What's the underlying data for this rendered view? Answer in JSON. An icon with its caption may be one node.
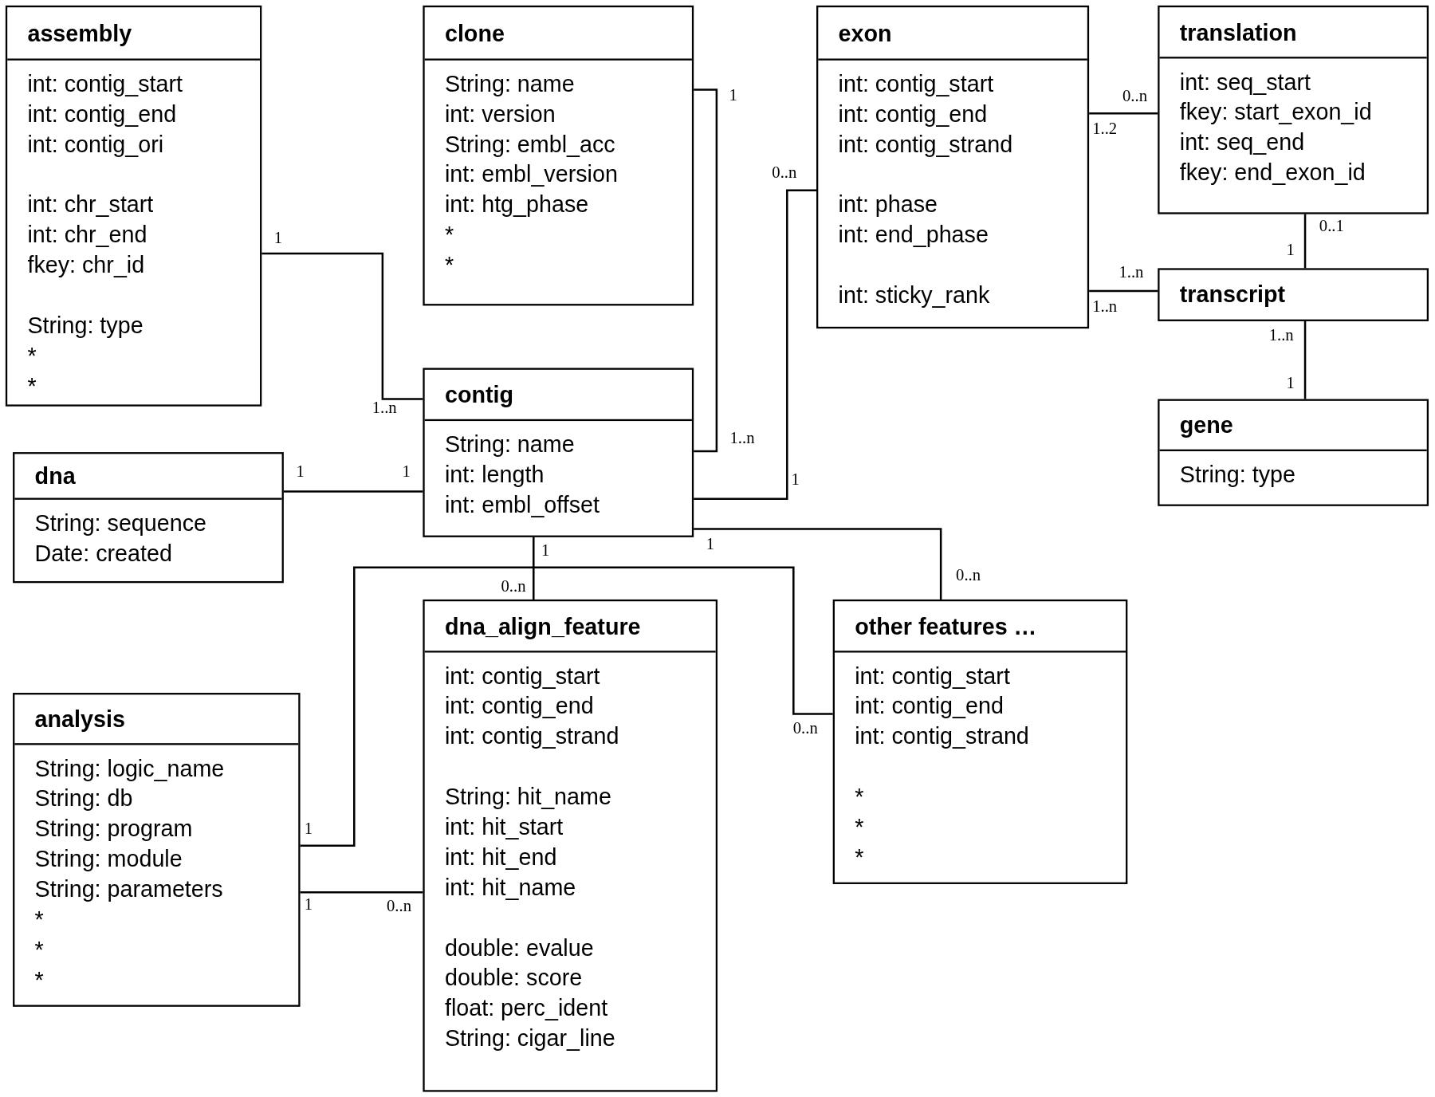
{
  "diagram": {
    "nodes": [
      {
        "text": [
          "assembly",
          "int: contig_start",
          "int: contig_end",
          "int: contig_ori",
          "int: chr_start",
          "int: chr_end",
          "fkey: chr_id",
          "String: type",
          "*",
          "*"
        ]
      },
      {
        "text": [
          "clone",
          "String: name",
          "int: version",
          "String: embl_acc",
          "int: embl_version",
          "int: htg_phase",
          "*",
          "*"
        ]
      },
      {
        "text": [
          "exon",
          "int: contig_start",
          "int: contig_end",
          "int: contig_strand",
          "int: phase",
          "int: end_phase",
          "int: sticky_rank"
        ]
      },
      {
        "text": [
          "translation",
          "int: seq_start",
          "fkey: start_exon_id",
          "int: seq_end",
          "fkey: end_exon_id"
        ]
      },
      {
        "text": [
          "transcript"
        ]
      },
      {
        "text": [
          "contig",
          "String: name",
          "int: length",
          "int: embl_offset"
        ]
      },
      {
        "text": [
          "gene",
          "String: type"
        ]
      },
      {
        "text": [
          "dna",
          "String: sequence",
          "Date: created"
        ]
      },
      {
        "text": [
          "dna_align_feature",
          "int: contig_start",
          "int: contig_end",
          "int: contig_strand",
          "String: hit_name",
          "int: hit_start",
          "int: hit_end",
          "int: hit_name",
          "double: evalue",
          "double: score",
          "float: perc_ident",
          "String: cigar_line"
        ]
      },
      {
        "text": [
          "other features …",
          "int: contig_start",
          "int: contig_end",
          "int: contig_strand",
          "*",
          "*",
          "*"
        ]
      },
      {
        "text": [
          "analysis",
          "String: logic_name",
          "String: db",
          "String: program",
          "String: module",
          "String: parameters",
          "*",
          "*",
          "*"
        ]
      }
    ],
    "edges": [
      {
        "from": 0,
        "to": 5,
        "arrow": "none"
      },
      {
        "from": 1,
        "to": 5,
        "arrow": "none"
      },
      {
        "from": 2,
        "to": 5,
        "arrow": "none"
      },
      {
        "from": 2,
        "to": 3,
        "arrow": "none"
      },
      {
        "from": 2,
        "to": 4,
        "arrow": "none"
      },
      {
        "from": 3,
        "to": 4,
        "arrow": "none"
      },
      {
        "from": 4,
        "to": 6,
        "arrow": "none"
      },
      {
        "from": 7,
        "to": 5,
        "arrow": "none"
      },
      {
        "from": 5,
        "to": 8,
        "arrow": "none"
      },
      {
        "from": 5,
        "to": 9,
        "arrow": "none"
      },
      {
        "from": 10,
        "to": 9,
        "arrow": "none"
      },
      {
        "from": 10,
        "to": 8,
        "arrow": "none"
      }
    ],
    "labels": [
      "1",
      "1..n",
      "1",
      "1..n",
      "0..n",
      "1",
      "0..n",
      "1..2",
      "1..n",
      "1..n",
      "0..1",
      "1",
      "1..n",
      "1",
      "1",
      "1",
      "1",
      "0..n",
      "1",
      "0..n",
      "1",
      "0..n",
      "1",
      "0..n"
    ]
  }
}
